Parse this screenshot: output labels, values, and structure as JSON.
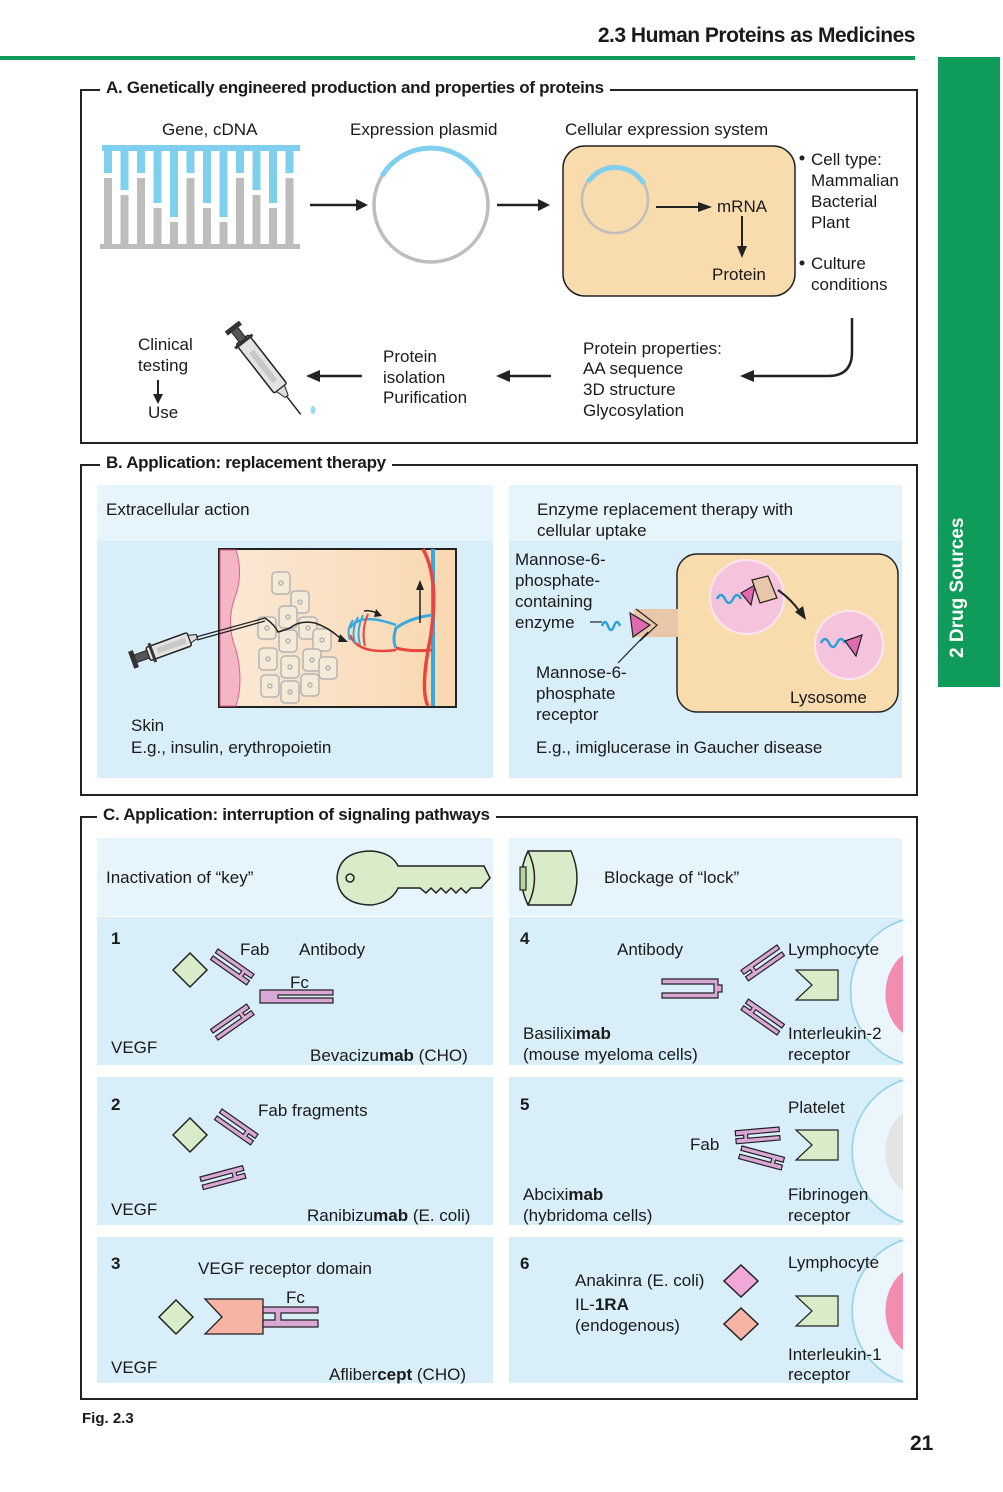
{
  "header": {
    "running_title": "2.3  Human Proteins as Medicines",
    "side_tab": "2  Drug Sources",
    "accent_color": "#0f9b5a"
  },
  "panel_a": {
    "title": "A. Genetically engineered production and properties of proteins",
    "gene_label": "Gene, cDNA",
    "plasmid_label": "Expression plasmid",
    "system_label": "Cellular expression system",
    "mrna": "mRNA",
    "protein": "Protein",
    "bullets": {
      "cell_type": "Cell type:",
      "mammalian": "Mammalian",
      "bacterial": "Bacterial",
      "plant": "Plant",
      "culture": "Culture",
      "conditions": "conditions"
    },
    "properties": [
      "Protein properties:",
      "AA sequence",
      "3D structure",
      "Glycosylation"
    ],
    "isolation": [
      "Protein",
      "isolation",
      "Purification"
    ],
    "clinical": [
      "Clinical",
      "testing",
      "Use"
    ]
  },
  "panel_b": {
    "title": "B. Application: replacement therapy",
    "left": {
      "heading": "Extracellular action",
      "skin": "Skin",
      "examples": "E.g., insulin, erythropoietin"
    },
    "right": {
      "heading_1": "Enzyme replacement therapy with",
      "heading_2": "cellular uptake",
      "enzyme_label": [
        "Mannose-6-",
        "phosphate-",
        "containing",
        "enzyme"
      ],
      "receptor_label": [
        "Mannose-6-",
        "phosphate",
        "receptor"
      ],
      "lysosome": "Lysosome",
      "examples": "E.g., imiglucerase in Gaucher disease"
    }
  },
  "panel_c": {
    "title": "C. Application: interruption of signaling pathways",
    "key_label": "Inactivation of “key”",
    "lock_label": "Blockage of “lock”",
    "cells": [
      {
        "num": "1",
        "top": [
          "Fab",
          "Antibody",
          "Fc"
        ],
        "left_bottom": "VEGF",
        "drug_plain": "Bevacizu",
        "drug_bold": "mab",
        "drug_tail": " (CHO)"
      },
      {
        "num": "2",
        "top": [
          "Fab fragments"
        ],
        "left_bottom": "VEGF",
        "drug_plain": "Ranibizu",
        "drug_bold": "mab",
        "drug_tail": " (E. coli)"
      },
      {
        "num": "3",
        "top": [
          "VEGF receptor domain",
          "Fc"
        ],
        "left_bottom": "VEGF",
        "drug_plain": "Afliber",
        "drug_bold": "cept",
        "drug_tail": " (CHO)"
      },
      {
        "num": "4",
        "top": [
          "Antibody",
          "Lymphocyte"
        ],
        "drug_plain": "Basilixi",
        "drug_bold": "mab",
        "drug_tail": "",
        "drug_line2": "(mouse myeloma cells)",
        "receptor": [
          "Interleukin-2",
          "receptor"
        ]
      },
      {
        "num": "5",
        "top": [
          "Platelet",
          "Fab"
        ],
        "drug_plain": "Abcixi",
        "drug_bold": "mab",
        "drug_tail": "",
        "drug_line2": "(hybridoma cells)",
        "receptor": [
          "Fibrinogen",
          "receptor"
        ]
      },
      {
        "num": "6",
        "top": [
          "Lymphocyte"
        ],
        "anakinra": "Anakinra (E. coli)",
        "il1ra_plain": "IL-",
        "il1ra_bold": "1RA",
        "endogenous": "(endogenous)",
        "receptor": [
          "Interleukin-1",
          "receptor"
        ]
      }
    ]
  },
  "footer": {
    "figure": "Fig. 2.3",
    "page_number": "21"
  }
}
